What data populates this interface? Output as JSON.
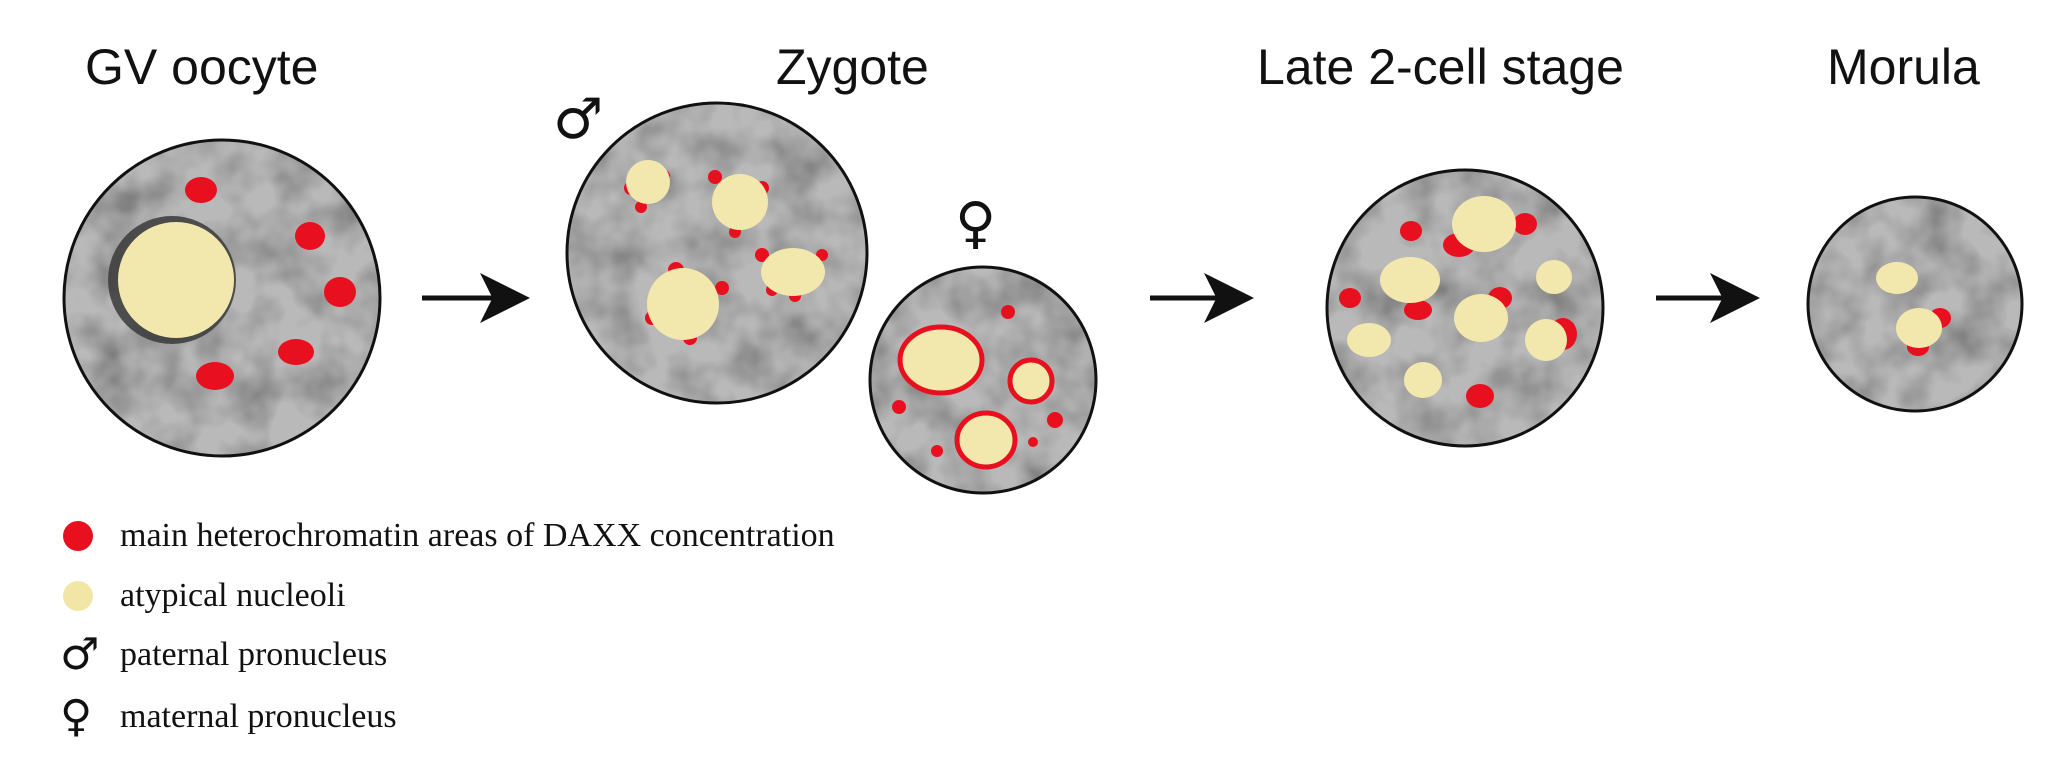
{
  "stages": [
    {
      "title": "GV oocyte"
    },
    {
      "title": "Zygote"
    },
    {
      "title": "Late 2-cell stage"
    },
    {
      "title": "Morula"
    }
  ],
  "pronucleus_symbols": {
    "male": "♂",
    "female": "♀"
  },
  "legend": [
    {
      "key": "daxx",
      "label": "main heterochromatin areas of DAXX concentration",
      "color": "#e8101f"
    },
    {
      "key": "nucleoli",
      "label": "atypical nucleoli",
      "color": "#f1e6a6"
    },
    {
      "key": "paternal",
      "label": "paternal pronucleus",
      "symbol": "♂"
    },
    {
      "key": "maternal",
      "label": "maternal pronucleus",
      "symbol": "♀"
    }
  ],
  "colors": {
    "daxx": "#e8101f",
    "nucleolus": "#f1e6a6",
    "nucleolus_fill": "#f2e8ad",
    "cell_outline": "#111111",
    "cytoplasm": "#b9b9b9",
    "arrow": "#111111"
  }
}
